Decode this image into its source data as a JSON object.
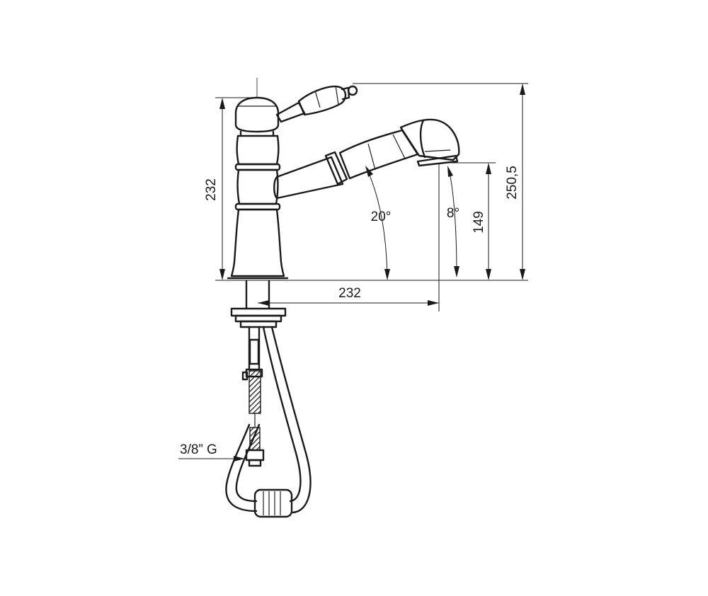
{
  "dimensions": {
    "body_height": "232",
    "spout_reach": "232",
    "total_height": "250,5",
    "spray_height": "149",
    "spout_angle": "20°",
    "spray_angle": "8°",
    "connection": "3/8” G"
  },
  "colors": {
    "line": "#1a1a1a",
    "background": "#ffffff"
  }
}
